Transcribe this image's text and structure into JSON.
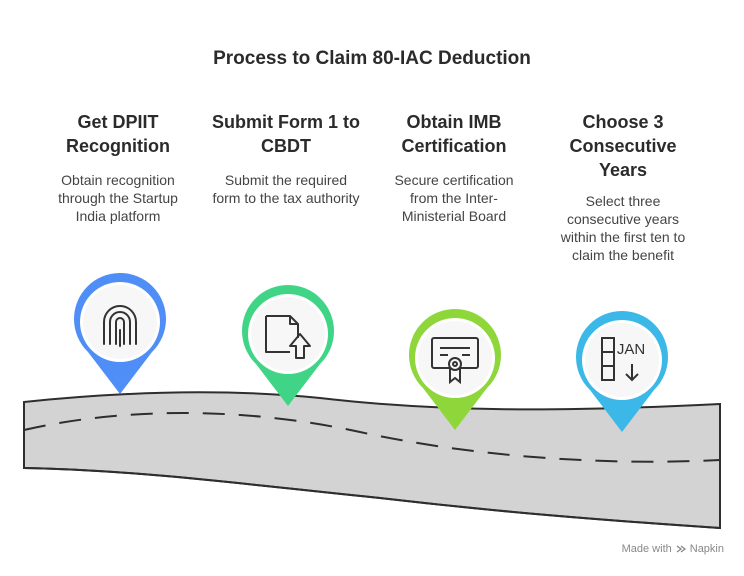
{
  "title": "Process to Claim 80-IAC Deduction",
  "steps": [
    {
      "heading": "Get DPIIT Recognition",
      "description": "Obtain recognition through the Startup India platform",
      "icon": "fingerprint-icon",
      "color": "#4f8ef7"
    },
    {
      "heading": "Submit Form 1 to CBDT",
      "description": "Submit the required form to the tax authority",
      "icon": "upload-document-icon",
      "color": "#3fd486"
    },
    {
      "heading": "Obtain IMB Certification",
      "description": "Secure certification from the Inter-Ministerial Board",
      "icon": "certificate-icon",
      "color": "#8ed63a"
    },
    {
      "heading": "Choose 3 Consecutive Years",
      "description": "Select three consecutive years within the first ten to claim the benefit",
      "icon": "calendar-icon",
      "color": "#3cb8e8"
    }
  ],
  "calendar_label": "JAN",
  "footer": {
    "made_with": "Made with",
    "brand": "Napkin"
  }
}
